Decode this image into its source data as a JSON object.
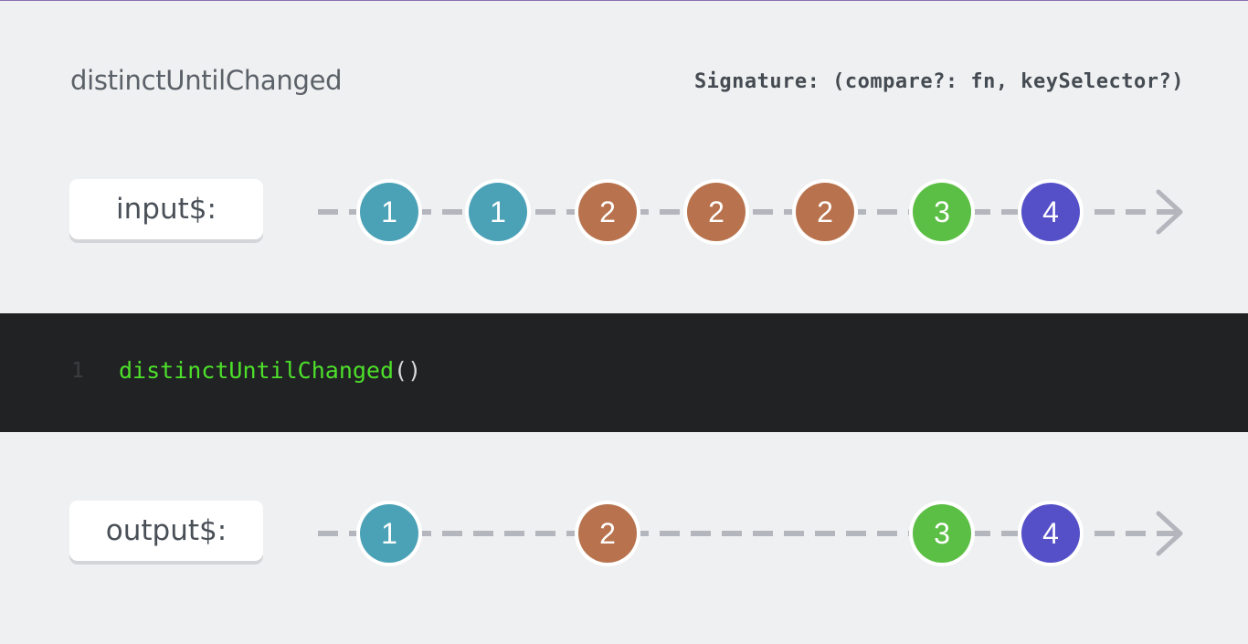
{
  "header": {
    "title": "distinctUntilChanged",
    "signature": "Signature: (compare?: fn, keySelector?)"
  },
  "input": {
    "label": "input$:",
    "marbles": [
      {
        "value": "1",
        "color": "#4ba2b7"
      },
      {
        "value": "1",
        "color": "#4ba2b7"
      },
      {
        "value": "2",
        "color": "#b8734e"
      },
      {
        "value": "2",
        "color": "#b8734e"
      },
      {
        "value": "2",
        "color": "#b8734e"
      },
      {
        "value": "3",
        "color": "#5cbf45"
      },
      {
        "value": "4",
        "color": "#5550c8"
      }
    ]
  },
  "code": {
    "line_number": "1",
    "function_name": "distinctUntilChanged",
    "parens": "()"
  },
  "output": {
    "label": "output$:",
    "marbles": [
      {
        "value": "1",
        "color": "#4ba2b7"
      },
      {
        "value": "2",
        "color": "#b8734e"
      },
      {
        "value": "3",
        "color": "#5cbf45"
      },
      {
        "value": "4",
        "color": "#5550c8"
      }
    ]
  },
  "colors": {
    "background": "#eff0f1",
    "code_background": "#212224",
    "function_green": "#4de02a",
    "timeline": "#b3b7bd"
  }
}
